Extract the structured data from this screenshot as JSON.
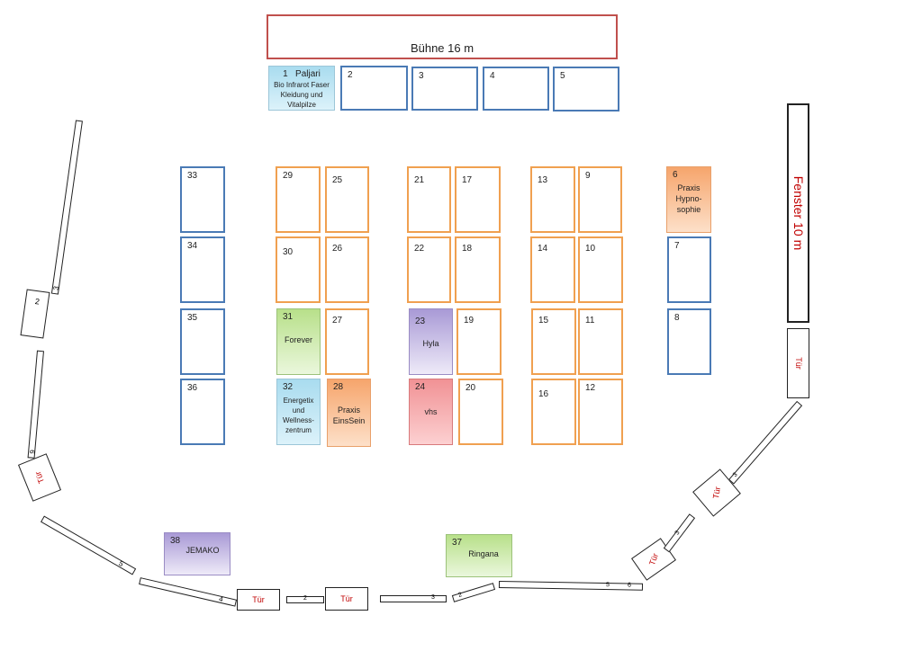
{
  "stage": {
    "label": "Bühne 16 m"
  },
  "window": {
    "label": "Fenster 10 m"
  },
  "door_label": "Tür",
  "stands": [
    {
      "id": "s1",
      "num": "1",
      "label": "Paljari",
      "sub": "Bio Infrarot Faser Kleidung und Vitalpilze"
    },
    {
      "id": "s2",
      "num": "2"
    },
    {
      "id": "s3",
      "num": "3"
    },
    {
      "id": "s4",
      "num": "4"
    },
    {
      "id": "s5",
      "num": "5"
    },
    {
      "id": "s6",
      "num": "6",
      "label": "Praxis Hypno-sophie"
    },
    {
      "id": "s7",
      "num": "7"
    },
    {
      "id": "s8",
      "num": "8"
    },
    {
      "id": "s9",
      "num": "9"
    },
    {
      "id": "s10",
      "num": "10"
    },
    {
      "id": "s11",
      "num": "11"
    },
    {
      "id": "s12",
      "num": "12"
    },
    {
      "id": "s13",
      "num": "13"
    },
    {
      "id": "s14",
      "num": "14"
    },
    {
      "id": "s15",
      "num": "15"
    },
    {
      "id": "s16",
      "num": "16"
    },
    {
      "id": "s17",
      "num": "17"
    },
    {
      "id": "s18",
      "num": "18"
    },
    {
      "id": "s19",
      "num": "19"
    },
    {
      "id": "s20",
      "num": "20"
    },
    {
      "id": "s21",
      "num": "21"
    },
    {
      "id": "s22",
      "num": "22"
    },
    {
      "id": "s23",
      "num": "23",
      "label": "Hyla"
    },
    {
      "id": "s24",
      "num": "24",
      "label": "vhs"
    },
    {
      "id": "s25",
      "num": "25"
    },
    {
      "id": "s26",
      "num": "26"
    },
    {
      "id": "s27",
      "num": "27"
    },
    {
      "id": "s28",
      "num": "28",
      "label": "Praxis EinsSein"
    },
    {
      "id": "s29",
      "num": "29"
    },
    {
      "id": "s30",
      "num": "30"
    },
    {
      "id": "s31",
      "num": "31",
      "label": "Forever"
    },
    {
      "id": "s32",
      "num": "32",
      "label": "Energetix und Wellness-zentrum"
    },
    {
      "id": "s33",
      "num": "33"
    },
    {
      "id": "s34",
      "num": "34"
    },
    {
      "id": "s35",
      "num": "35"
    },
    {
      "id": "s36",
      "num": "36"
    },
    {
      "id": "s37",
      "num": "37",
      "label": "Ringana"
    },
    {
      "id": "s38",
      "num": "38",
      "label": "JEMAKO"
    }
  ],
  "wall_marks": {
    "left_top": "3",
    "left_box": "2",
    "left_lower": "6",
    "bottom_1": "5",
    "bottom_2": "4",
    "bottom_3": "2",
    "bottom_4": "3",
    "bottom_5": "2",
    "bottom_6": "5",
    "bottom_7": "6",
    "right_1": "3",
    "right_2": "3"
  }
}
